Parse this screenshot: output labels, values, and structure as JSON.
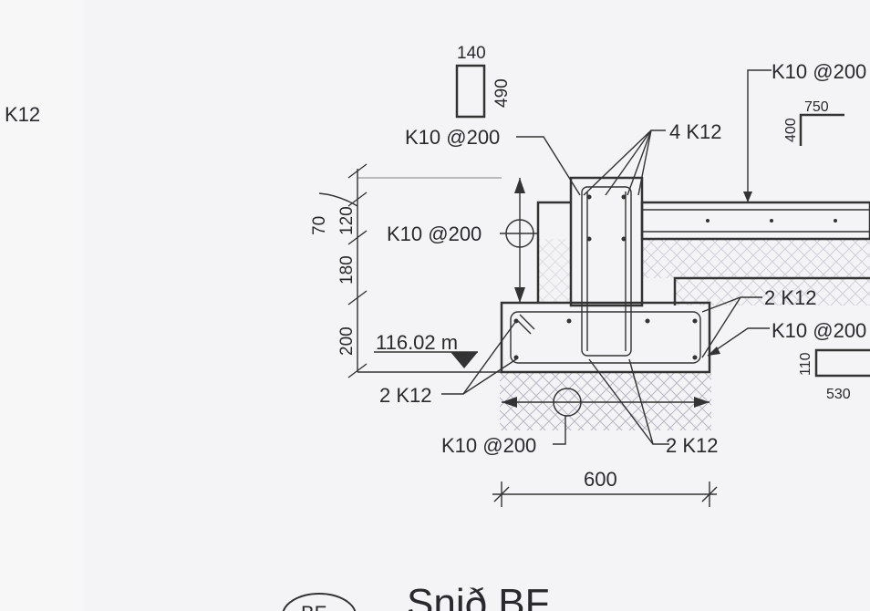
{
  "drawing": {
    "left_label": "K12",
    "title": "Snið BF",
    "title_marker": "BF",
    "elevation": "116.02 m",
    "labels": {
      "k10_top_left": "K10 @200",
      "k10_middle_left": "K10 @200",
      "k10_bottom": "K10 @200",
      "k10_top_right": "K10 @200",
      "k10_right": "K10 @200",
      "k12_four": "4 K12",
      "k12_two_right": "2 K12",
      "k12_two_left": "2 K12",
      "k12_two_bottom": "2 K12"
    },
    "dimensions": {
      "d70": "70",
      "d120": "120",
      "d180": "180",
      "d200": "200",
      "d600": "600"
    },
    "stirrup_small": {
      "width": "140",
      "height": "490"
    },
    "bar_bend": {
      "length": "750",
      "leg": "400"
    },
    "stirrup_right": {
      "height": "110",
      "width": "530"
    }
  }
}
